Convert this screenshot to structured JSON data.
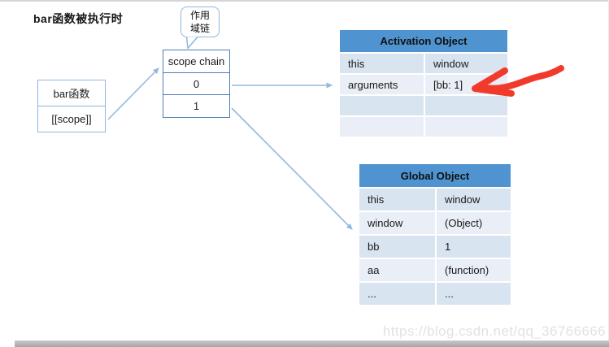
{
  "page": {
    "title": "bar函数被执行时",
    "watermark": "https://blog.csdn.net/qq_36766666"
  },
  "callout": {
    "line1": "作用",
    "line2": "域链"
  },
  "bar_box": {
    "name": "bar函数",
    "property": "[[scope]]"
  },
  "scope_chain": {
    "title": "scope chain",
    "items": [
      "0",
      "1"
    ]
  },
  "activation_table": {
    "title": "Activation Object",
    "rows": [
      {
        "key": "this",
        "value": "window"
      },
      {
        "key": "arguments",
        "value": "[bb: 1]"
      },
      {
        "key": "",
        "value": ""
      },
      {
        "key": "",
        "value": ""
      }
    ]
  },
  "global_table": {
    "title": "Global Object",
    "rows": [
      {
        "key": "this",
        "value": "window"
      },
      {
        "key": "window",
        "value": "(Object)"
      },
      {
        "key": "bb",
        "value": "1"
      },
      {
        "key": "aa",
        "value": "(function)"
      },
      {
        "key": "...",
        "value": "..."
      }
    ]
  },
  "colors": {
    "header_blue": "#4f94d0",
    "row_dark": "#d9e4f1",
    "row_light": "#e9eef7",
    "border_dark": "#4d7dbb",
    "border_light": "#8fb6e0",
    "arrow_blue": "#96b7dd",
    "red": "#f23a2c"
  }
}
